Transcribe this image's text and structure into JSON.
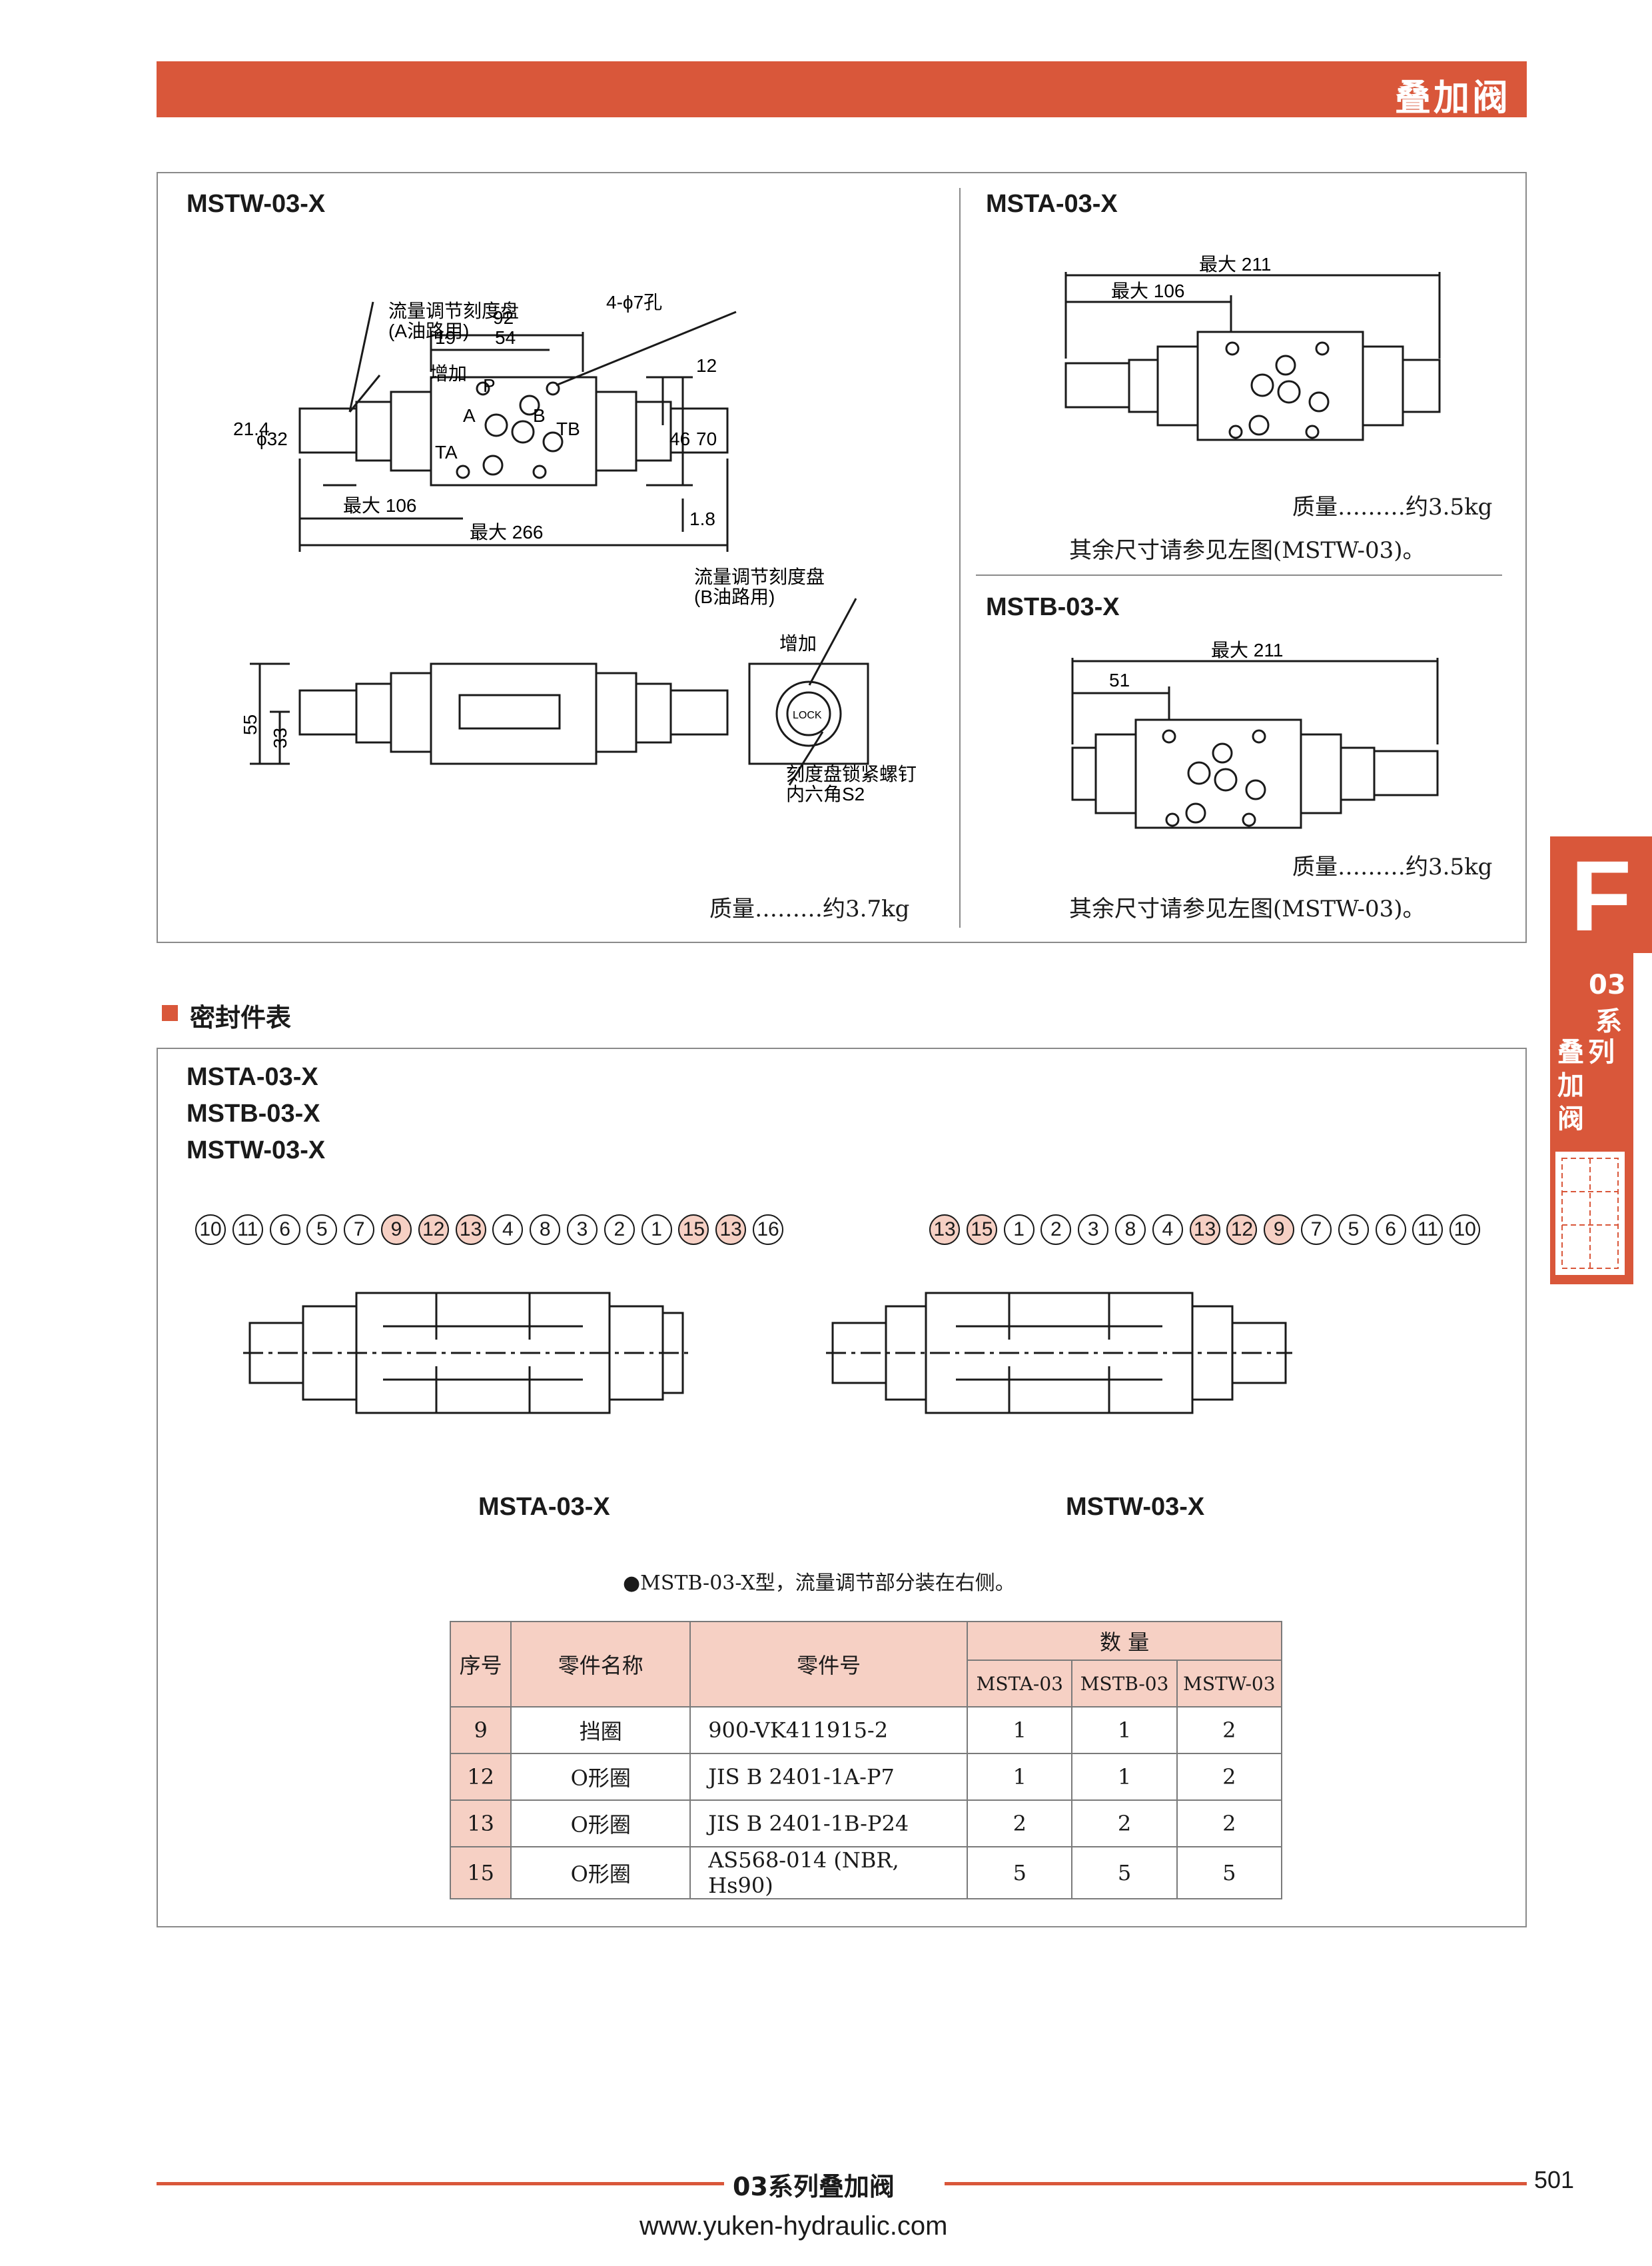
{
  "header": {
    "title": "叠加阀"
  },
  "side_tab": {
    "letter": "F",
    "series": "03",
    "series_suffix": "系",
    "line2": "叠列",
    "line3": "加",
    "line4": "阀"
  },
  "top_panel": {
    "mstw": {
      "title": "MSTW-03-X",
      "dial_a_label_1": "流量调节刻度盘",
      "dial_a_label_2": "(A油路用)",
      "increase": "增加",
      "dim_92": "92",
      "dim_19": "19",
      "dim_54": "54",
      "holes": "4-ϕ7孔",
      "dim_12": "12",
      "dim_46": "46",
      "dim_70": "70",
      "dim_1_8": "1.8",
      "dim_21_4": "21.4",
      "dim_phi32": "ϕ32",
      "max106": "最大 106",
      "max266": "最大 266",
      "port_p": "P",
      "port_a": "A",
      "port_b": "B",
      "port_ta": "TA",
      "port_tb": "TB",
      "dial_b_label_1": "流量调节刻度盘",
      "dial_b_label_2": "(B油路用)",
      "increase_b": "增加",
      "dim_55": "55",
      "dim_33": "33",
      "lock": "LOCK",
      "screw_1": "刻度盘锁紧螺钉",
      "screw_2": "内六角S2",
      "mass": "质量………约3.7kg"
    },
    "msta": {
      "title": "MSTA-03-X",
      "max211": "最大 211",
      "max106": "最大 106",
      "mass": "质量………约3.5kg",
      "note": "其余尺寸请参见左图(MSTW-03)。"
    },
    "mstb": {
      "title": "MSTB-03-X",
      "max211": "最大 211",
      "dim_51": "51",
      "mass": "质量………约3.5kg",
      "note": "其余尺寸请参见左图(MSTW-03)。"
    }
  },
  "seal_section": {
    "heading": "密封件表",
    "models": [
      "MSTA-03-X",
      "MSTB-03-X",
      "MSTW-03-X"
    ],
    "left_callouts": [
      "10",
      "11",
      "6",
      "5",
      "7",
      "9",
      "12",
      "13",
      "4",
      "8",
      "3",
      "2",
      "1",
      "15",
      "13",
      "16"
    ],
    "right_callouts": [
      "13",
      "15",
      "1",
      "2",
      "3",
      "8",
      "4",
      "13",
      "12",
      "9",
      "7",
      "5",
      "6",
      "11",
      "10"
    ],
    "highlighted": [
      "9",
      "12",
      "13",
      "15"
    ],
    "left_caption": "MSTA-03-X",
    "right_caption": "MSTW-03-X",
    "note": "●MSTB-03-X型，流量调节部分装在右侧。",
    "table": {
      "h_no": "序号",
      "h_name": "零件名称",
      "h_part": "零件号",
      "h_qty": "数 量",
      "sub": [
        "MSTA-03",
        "MSTB-03",
        "MSTW-03"
      ],
      "rows": [
        {
          "no": "9",
          "name": "挡圈",
          "part": "900-VK411915-2",
          "a": "1",
          "b": "1",
          "w": "2"
        },
        {
          "no": "12",
          "name": "O形圈",
          "part": "JIS B 2401-1A-P7",
          "a": "1",
          "b": "1",
          "w": "2"
        },
        {
          "no": "13",
          "name": "O形圈",
          "part": "JIS B 2401-1B-P24",
          "a": "2",
          "b": "2",
          "w": "2"
        },
        {
          "no": "15",
          "name": "O形圈",
          "part": "AS568-014 (NBR, Hs90)",
          "a": "5",
          "b": "5",
          "w": "5"
        }
      ]
    }
  },
  "footer": {
    "title": "03系列叠加阀",
    "page": "501",
    "url": "www.yuken-hydraulic.com"
  },
  "colors": {
    "accent": "#d9573a",
    "highlight": "#f6d0c4"
  }
}
